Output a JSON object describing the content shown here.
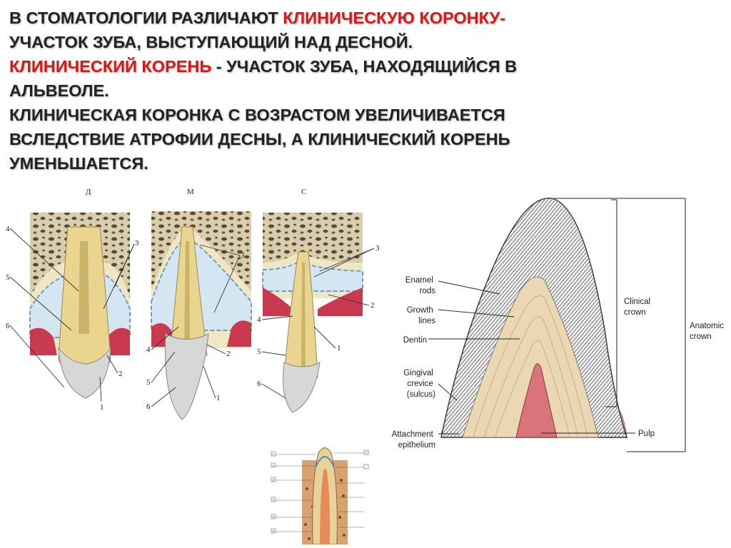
{
  "paragraphs": [
    {
      "lines": [
        [
          {
            "text": "В стоматологии различают ",
            "color": "dark"
          },
          {
            "text": "клиническую коронку-",
            "color": "red"
          }
        ],
        [
          {
            "text": "участок зуба, выступающий над десной.",
            "color": "dark"
          }
        ]
      ]
    },
    {
      "lines": [
        [
          {
            "text": "Клинический корень",
            "color": "red"
          },
          {
            "text": " - участок зуба, находящийся в",
            "color": "dark"
          }
        ],
        [
          {
            "text": "альвеоле.",
            "color": "dark"
          }
        ]
      ]
    },
    {
      "lines": [
        [
          {
            "text": "Клиническая коронка с возрастом увеличивается",
            "color": "dark"
          }
        ],
        [
          {
            "text": "вследствие атрофии десны, а клинический корень",
            "color": "dark"
          }
        ],
        [
          {
            "text": "уменьшается.",
            "color": "dark"
          }
        ]
      ]
    }
  ],
  "colors": {
    "text_dark": "#222222",
    "text_red": "#d41a1a",
    "enamel": "#d6d8d6",
    "dentin": "#e3cfb0",
    "pulp": "#d8747a",
    "gum": "#c93a50",
    "bone": "#cfc3a4",
    "periosteum": "#7fb0d8"
  },
  "left_figure": {
    "panel_letters": [
      "Д",
      "М",
      "С"
    ],
    "callouts": {
      "panel_d": [
        "4",
        "5",
        "6",
        "3",
        "2",
        "1"
      ],
      "panel_m": [
        "3",
        "4",
        "5",
        "6",
        "2",
        "1"
      ],
      "panel_c": [
        "3",
        "2",
        "4",
        "5",
        "6",
        "1"
      ]
    }
  },
  "right_figure": {
    "labels_left": {
      "enamel_rods": [
        "Enamel",
        "rods"
      ],
      "growth_lines": [
        "Growth",
        "lines"
      ],
      "dentin": [
        "Dentin"
      ],
      "gingival_crevice": [
        "Gingival",
        "crevice",
        "(sulcus)"
      ],
      "attachment_epithelium": [
        "Attachment",
        "epithelium"
      ]
    },
    "labels_right": {
      "clinical_crown": [
        "Clinical",
        "crown"
      ],
      "anatomic_crown": [
        "Anatomic",
        "crown"
      ],
      "pulp": [
        "Pulp"
      ]
    }
  },
  "bottom_figure": {
    "callout_numbers": [
      "1",
      "2",
      "3",
      "4",
      "5",
      "6",
      "7"
    ]
  }
}
